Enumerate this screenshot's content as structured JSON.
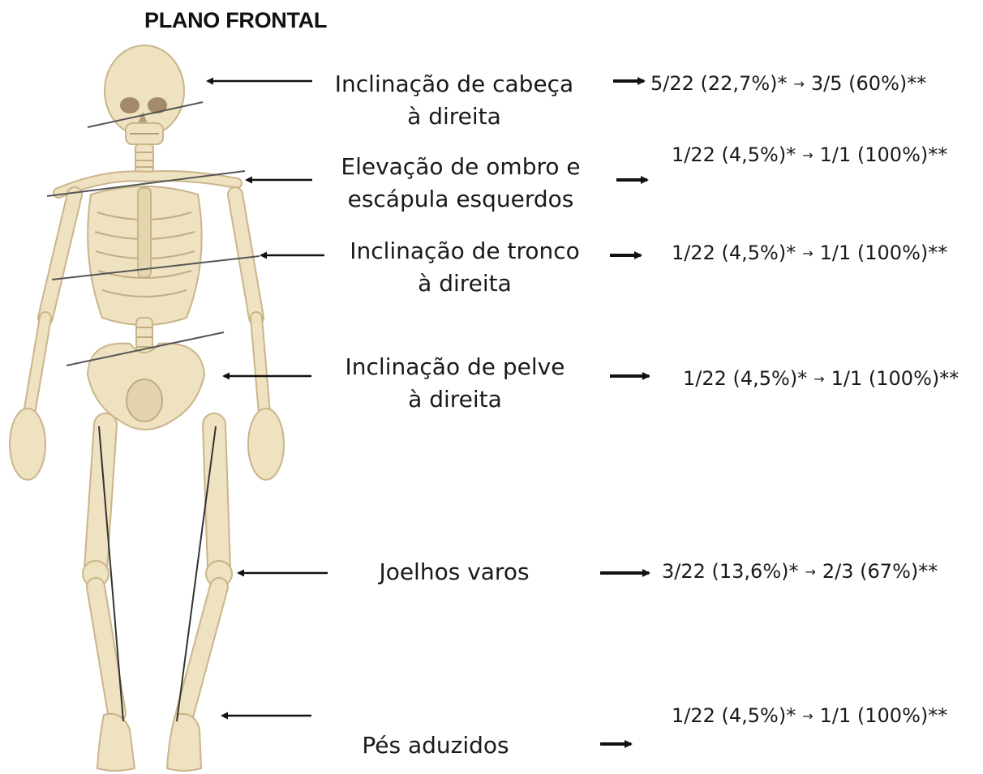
{
  "title": "PLANO FRONTAL",
  "rows": [
    {
      "label_lines": [
        "Inclinação de cabeça",
        "à direita"
      ],
      "stat_a": "5/22 (22,7%)*",
      "stat_b": "3/5 (60%)**",
      "arrow_glyph": "→"
    },
    {
      "label_lines": [
        "Elevação de ombro e",
        "escápula esquerdos"
      ],
      "stat_a": "1/22 (4,5%)*",
      "stat_b": "1/1 (100%)**",
      "arrow_glyph": "→"
    },
    {
      "label_lines": [
        "Inclinação de tronco",
        "à direita"
      ],
      "stat_a": "1/22 (4,5%)*",
      "stat_b": "1/1 (100%)**",
      "arrow_glyph": "→"
    },
    {
      "label_lines": [
        "Inclinação de pelve",
        "à direita"
      ],
      "stat_a": "1/22 (4,5%)*",
      "stat_b": "1/1 (100%)**",
      "arrow_glyph": "→"
    },
    {
      "label_lines": [
        "Joelhos varos"
      ],
      "stat_a": "3/22 (13,6%)*",
      "stat_b": "2/3 (67%)**",
      "arrow_glyph": "→"
    },
    {
      "label_lines": [
        "Pés aduzidos"
      ],
      "stat_a": "1/22 (4,5%)*",
      "stat_b": "1/1 (100%)**",
      "arrow_glyph": "→"
    }
  ],
  "colors": {
    "bone": "#efe2c0",
    "bone_shadow": "#d9c7a0",
    "bone_outline": "#c9b58a",
    "line": "#333333"
  },
  "icons": {
    "skeleton": "skeleton-illustration",
    "arrow": "arrow-icon"
  }
}
